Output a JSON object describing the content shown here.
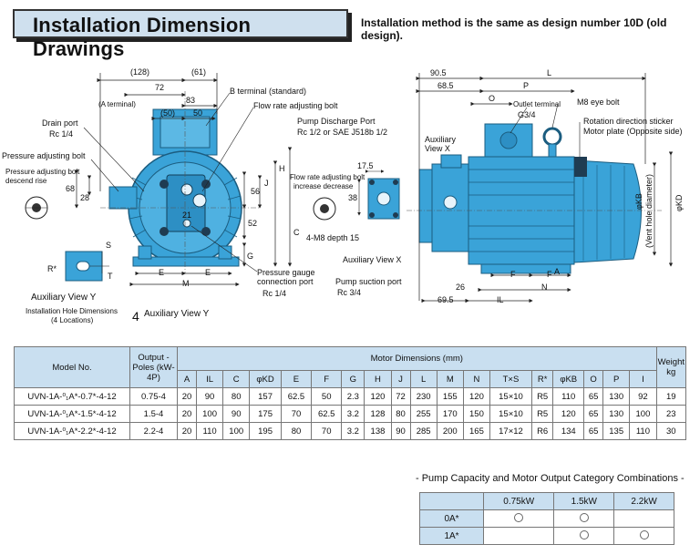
{
  "header": {
    "title": "Installation Dimension Drawings",
    "note": "Installation method is the same as design number 10D (old design)."
  },
  "labels": {
    "dim128": "(128)",
    "dim61": "(61)",
    "dim72": "72",
    "dim83": "83",
    "dim50a": "(50)",
    "dim50b": "50",
    "a_terminal": "(A terminal)",
    "b_terminal": "B terminal (standard)",
    "flow_rate": "Flow rate adjusting bolt",
    "drain_port": "Drain port",
    "drain_rc": "Rc 1/4",
    "pressure_adj": "Pressure adjusting bolt",
    "pressure_adj2": "Pressure adjusting bolt",
    "descend_rise": "descend   rise",
    "dim68": "68",
    "dim28": "28",
    "dim56": "56",
    "dim52": "52",
    "dim21": "21",
    "J": "J",
    "H": "H",
    "C": "C",
    "G": "G",
    "E1": "E",
    "E2": "E",
    "M": "M",
    "S": "S",
    "Rstar": "R*",
    "T": "T",
    "aux_y": "Auxiliary View Y",
    "install_holes": "Installation Hole Dimensions",
    "four_loc": "(4 Locations)",
    "aux_y2": "Auxiliary View Y",
    "four": "4",
    "pg_port": "Pressure gauge",
    "pg_port2": "connection port",
    "pg_rc": "Rc 1/4",
    "discharge": "Pump Discharge Port",
    "discharge_rc": "Rc 1/2 or SAE J518b 1/2",
    "flow_small": "Flow rate adjusting bolt",
    "inc_dec": "increase    decrease",
    "dim17_5": "17.5",
    "dim38": "38",
    "m8_depth": "4-M8 depth 15",
    "aux_x": "Auxiliary",
    "aux_x2": "View X",
    "aux_x3": "Auxiliary View X",
    "suction": "Pump suction port",
    "suction_rc": "Rc 3/4",
    "dim90_5": "90.5",
    "dim68_5": "68.5",
    "P": "P",
    "L": "L",
    "O": "O",
    "outlet": "Outlet terminal",
    "g34": "G3/4",
    "m8_eye": "M8 eye bolt",
    "rot_sticker": "Rotation direction sticker",
    "motor_plate": "Motor plate (Opposite side)",
    "kb": "φKB",
    "vent": "(Vent hole diameter)",
    "kd": "φKD",
    "dim26": "26",
    "dim69_5": "69.5",
    "F1": "F",
    "F2": "F",
    "N": "N",
    "A": "A",
    "IL": "IL"
  },
  "spec_table": {
    "col_model": "Model No.",
    "col_output": "Output - Poles (kW-4P)",
    "col_motor": "Motor Dimensions (mm)",
    "col_weight": "Weight kg",
    "sub_headers": [
      "A",
      "IL",
      "C",
      "φKD",
      "E",
      "F",
      "G",
      "H",
      "J",
      "L",
      "M",
      "N",
      "T×S",
      "R*",
      "φKB",
      "O",
      "P",
      "I"
    ],
    "rows": [
      {
        "model": "UVN-1A-⁰₁A*-0.7*-4-12",
        "output": "0.75-4",
        "dims": [
          "20",
          "90",
          "80",
          "157",
          "62.5",
          "50",
          "2.3",
          "120",
          "72",
          "230",
          "155",
          "120",
          "15×10",
          "R5",
          "110",
          "65",
          "130",
          "92"
        ],
        "weight": "19"
      },
      {
        "model": "UVN-1A-⁰₁A*-1.5*-4-12",
        "output": "1.5-4",
        "dims": [
          "20",
          "100",
          "90",
          "175",
          "70",
          "62.5",
          "3.2",
          "128",
          "80",
          "255",
          "170",
          "150",
          "15×10",
          "R5",
          "120",
          "65",
          "130",
          "100"
        ],
        "weight": "23"
      },
      {
        "model": "UVN-1A-⁰₁A*-2.2*-4-12",
        "output": "2.2-4",
        "dims": [
          "20",
          "110",
          "100",
          "195",
          "80",
          "70",
          "3.2",
          "138",
          "90",
          "285",
          "200",
          "165",
          "17×12",
          "R6",
          "134",
          "65",
          "135",
          "110"
        ],
        "weight": "30"
      }
    ]
  },
  "combinations": {
    "caption": "- Pump Capacity and Motor Output Category Combinations -",
    "columns": [
      "0.75kW",
      "1.5kW",
      "2.2kW"
    ],
    "rows": [
      {
        "label": "0A*",
        "marks": [
          true,
          true,
          false
        ]
      },
      {
        "label": "1A*",
        "marks": [
          false,
          true,
          true
        ]
      }
    ]
  }
}
